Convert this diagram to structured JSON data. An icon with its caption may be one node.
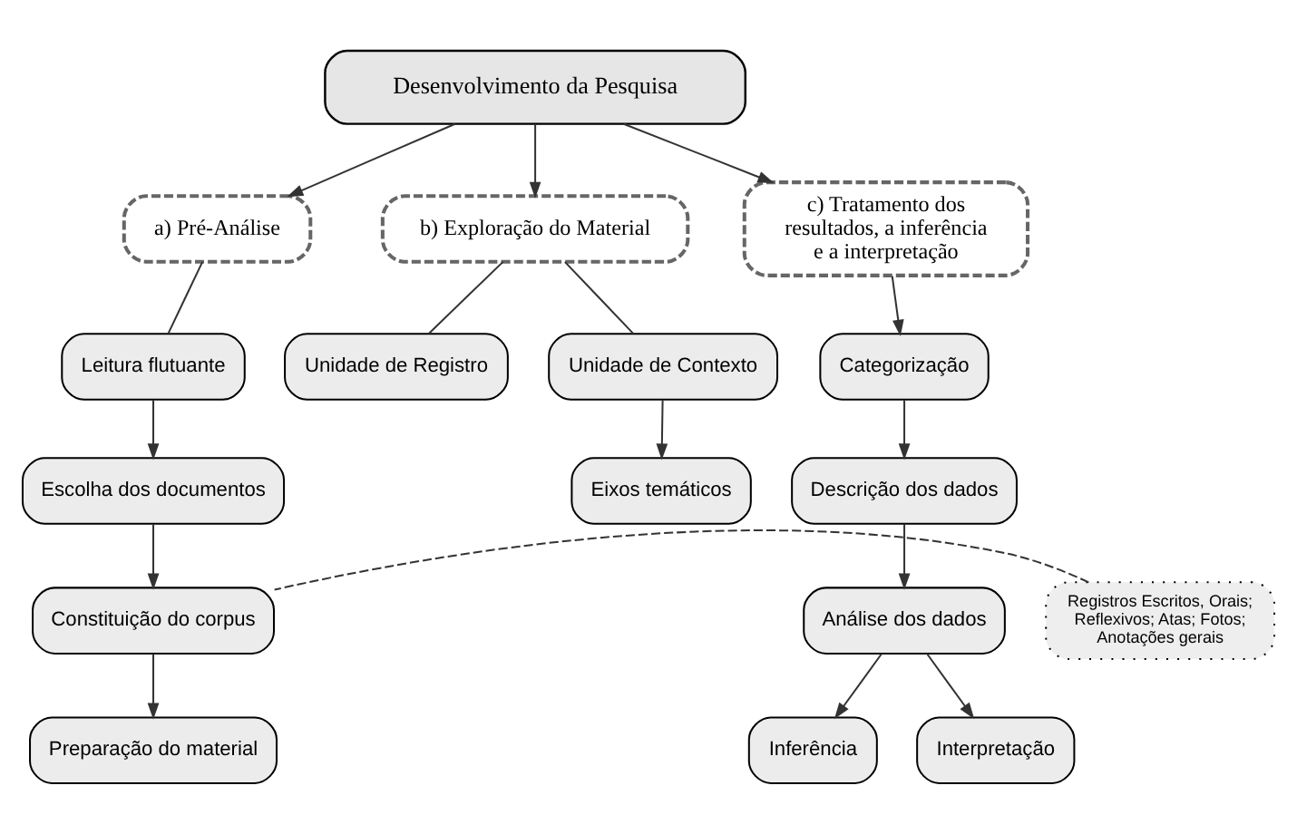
{
  "diagram": {
    "nodes": [
      {
        "text": [
          "Desenvolvimento da Pesquisa"
        ]
      },
      {
        "text": [
          "a) Pré-Análise"
        ]
      },
      {
        "text": [
          "b) Exploração do Material"
        ]
      },
      {
        "text": [
          "c) Tratamento dos resultados, a inferência e a interpretação"
        ]
      },
      {
        "text": [
          "Leitura flutuante"
        ]
      },
      {
        "text": [
          "Escolha dos documentos"
        ]
      },
      {
        "text": [
          "Constituição do corpus"
        ]
      },
      {
        "text": [
          "Preparação do material"
        ]
      },
      {
        "text": [
          "Unidade de Registro"
        ]
      },
      {
        "text": [
          "Unidade de Contexto"
        ]
      },
      {
        "text": [
          "Eixos temáticos"
        ]
      },
      {
        "text": [
          "Categorização"
        ]
      },
      {
        "text": [
          "Descrição dos dados"
        ]
      },
      {
        "text": [
          "Análise dos dados"
        ]
      },
      {
        "text": [
          "Inferência"
        ]
      },
      {
        "text": [
          "Interpretação"
        ]
      },
      {
        "text": [
          "Registros Escritos, Orais; Reflexivos; Atas; Fotos; Anotações gerais"
        ]
      }
    ],
    "edges": [
      {
        "from": 0,
        "to": 1,
        "arrow": "to"
      },
      {
        "from": 0,
        "to": 2,
        "arrow": "to"
      },
      {
        "from": 0,
        "to": 3,
        "arrow": "to"
      },
      {
        "from": 1,
        "to": 4,
        "arrow": "none"
      },
      {
        "from": 4,
        "to": 5,
        "arrow": "to"
      },
      {
        "from": 5,
        "to": 6,
        "arrow": "to"
      },
      {
        "from": 6,
        "to": 7,
        "arrow": "to"
      },
      {
        "from": 2,
        "to": 8,
        "arrow": "none"
      },
      {
        "from": 2,
        "to": 9,
        "arrow": "none"
      },
      {
        "from": 9,
        "to": 10,
        "arrow": "to"
      },
      {
        "from": 3,
        "to": 11,
        "arrow": "to"
      },
      {
        "from": 11,
        "to": 12,
        "arrow": "to"
      },
      {
        "from": 12,
        "to": 13,
        "arrow": "to"
      },
      {
        "from": 13,
        "to": 14,
        "arrow": "to"
      },
      {
        "from": 13,
        "to": 15,
        "arrow": "to"
      },
      {
        "from": 16,
        "to": 6,
        "arrow": "none",
        "style": "dashed"
      }
    ]
  }
}
